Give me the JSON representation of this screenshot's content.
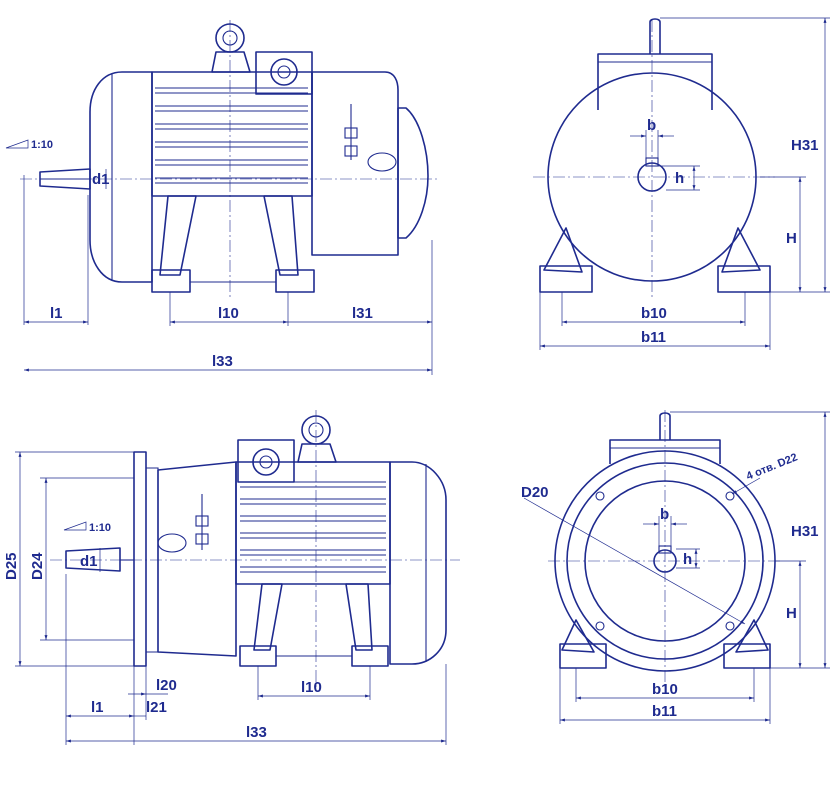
{
  "views": {
    "foot_side": {
      "taper": "1:10",
      "d1": "d1",
      "l1": "l1",
      "l10": "l10",
      "l31": "l31",
      "l33": "l33"
    },
    "foot_end": {
      "b": "b",
      "h": "h",
      "H31": "H31",
      "H": "H",
      "b10": "b10",
      "b11": "b11"
    },
    "flange_side": {
      "taper": "1:10",
      "d1": "d1",
      "D25": "D25",
      "D24": "D24",
      "l1": "l1",
      "l20": "l20",
      "l21": "l21",
      "l10": "l10",
      "l33": "l33"
    },
    "flange_end": {
      "D20": "D20",
      "holes": "4 отв. D22",
      "b": "b",
      "h": "h",
      "H31": "H31",
      "H": "H",
      "b10": "b10",
      "b11": "b11"
    }
  }
}
